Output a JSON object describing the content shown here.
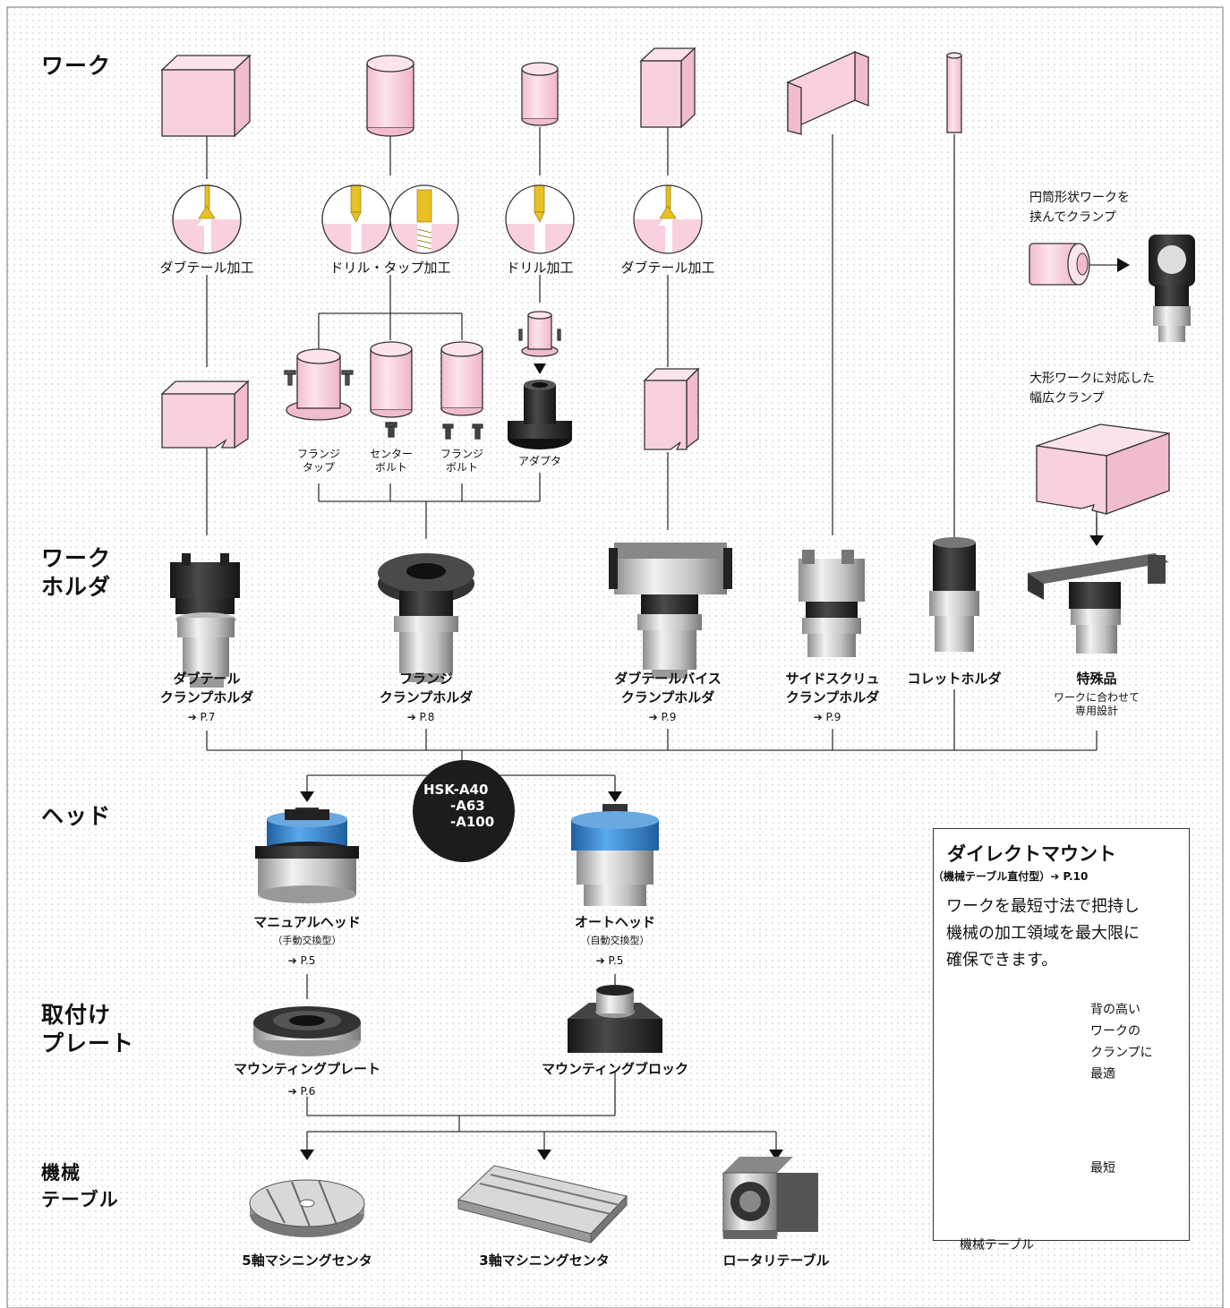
{
  "sections": {
    "work": "ワーク",
    "holder_1": "ワーク",
    "holder_2": "ホルダ",
    "head": "ヘッド",
    "plate_1": "取付け",
    "plate_2": "プレート",
    "table_1": "機械",
    "table_2": "テーブル"
  },
  "machining": {
    "dovetail_1": "ダブテール加工",
    "drill_tap": "ドリル・タップ加工",
    "drill": "ドリル加工",
    "dovetail_2": "ダブテール加工"
  },
  "options": {
    "flange_tap_1": "フランジ",
    "flange_tap_2": "タップ",
    "center_bolt_1": "センター",
    "center_bolt_2": "ボルト",
    "flange_bolt_1": "フランジ",
    "flange_bolt_2": "ボルト",
    "adapter": "アダプタ"
  },
  "notes": {
    "cylinder_1": "円筒形状ワークを",
    "cylinder_2": "挟んでクランプ",
    "wide_1": "大形ワークに対応した",
    "wide_2": "幅広クランプ"
  },
  "holders": {
    "dovetail_1": "ダブテール",
    "dovetail_2": "クランプホルダ",
    "dovetail_ref": "➔ P.7",
    "flange_1": "フランジ",
    "flange_2": "クランプホルダ",
    "flange_ref": "➔ P.8",
    "vise_1": "ダブテールバイス",
    "vise_2": "クランプホルダ",
    "vise_ref": "➔ P.9",
    "side_1": "サイドスクリュ",
    "side_2": "クランプホルダ",
    "side_ref": "➔ P.9",
    "collet": "コレットホルダ",
    "special": "特殊品",
    "special_note_1": "ワークに合わせて",
    "special_note_2": "専用設計"
  },
  "heads": {
    "manual": "マニュアルヘッド",
    "manual_sub": "（手動交換型）",
    "manual_ref": "➔ P.5",
    "auto": "オートヘッド",
    "auto_sub": "（自動交換型）",
    "auto_ref": "➔ P.5",
    "hsk_1": "HSK-A40",
    "hsk_2": "-A63",
    "hsk_3": "-A100"
  },
  "plates": {
    "mounting_plate": "マウンティングプレート",
    "mounting_plate_ref": "➔ P.6",
    "mounting_block": "マウンティングブロック"
  },
  "tables": {
    "five_axis": "5軸マシニングセンタ",
    "three_axis": "3軸マシニングセンタ",
    "rotary": "ロータリテーブル"
  },
  "direct_mount": {
    "title": "ダイレクトマウント",
    "subtitle": "（機械テーブル直付型）➔ P.10",
    "desc_1": "ワークを最短寸法で把持し",
    "desc_2": "機械の加工領域を最大限に",
    "desc_3": "確保できます。",
    "tall_1": "背の高い",
    "tall_2": "ワークの",
    "tall_3": "クランプに",
    "tall_4": "最適",
    "shortest": "最短",
    "table_label": "機械テーブル"
  },
  "colors": {
    "work_pink": "#f9d0dd",
    "metal_dark": "#2b2b2b",
    "metal_silver": "#c9c9c9",
    "head_blue": "#3f8fd6",
    "tool_gold": "#e7c021",
    "dot_pattern": "#d0d0d0"
  }
}
